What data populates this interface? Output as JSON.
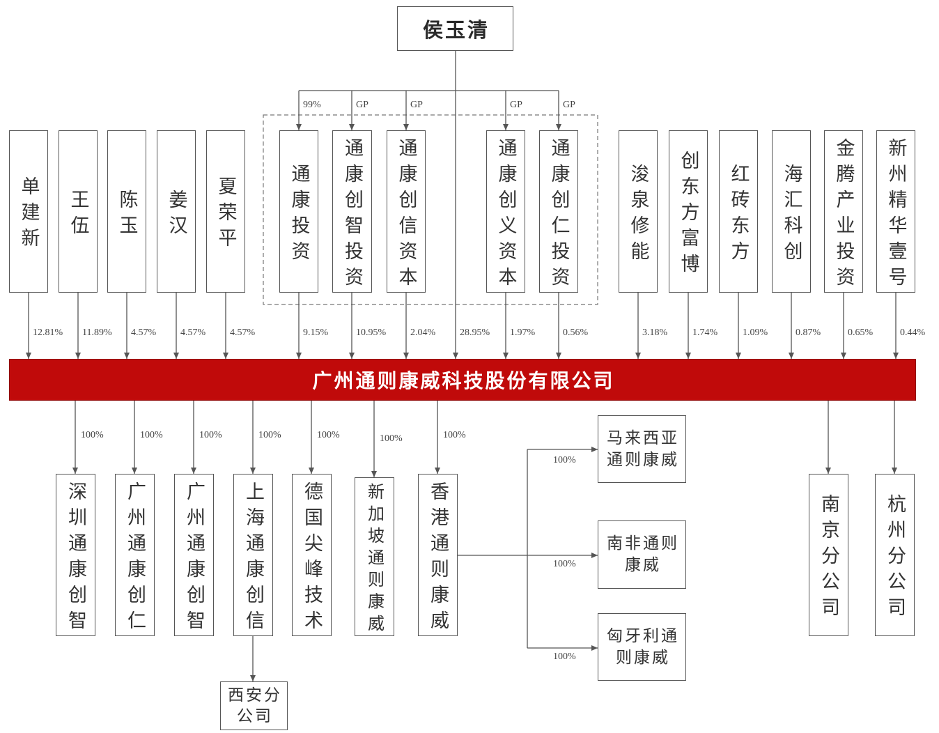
{
  "root": {
    "name": "侯玉清"
  },
  "root_direct_share": "28.95%",
  "shareholders": [
    {
      "name": "单建新",
      "share": "12.81%"
    },
    {
      "name": "王伍",
      "share": "11.89%"
    },
    {
      "name": "陈玉",
      "share": "4.57%"
    },
    {
      "name": "姜汉",
      "share": "4.57%"
    },
    {
      "name": "夏荣平",
      "share": "4.57%"
    },
    {
      "name": "通康投资",
      "share": "9.15%",
      "root_link": "99%"
    },
    {
      "name": "通康创智投资",
      "share": "10.95%",
      "root_link": "GP"
    },
    {
      "name": "通康创信资本",
      "share": "2.04%",
      "root_link": "GP"
    },
    {
      "name": "通康创义资本",
      "share": "1.97%",
      "root_link": "GP"
    },
    {
      "name": "通康创仁投资",
      "share": "0.56%",
      "root_link": "GP"
    },
    {
      "name": "浚泉修能",
      "share": "3.18%"
    },
    {
      "name": "创东方富博",
      "share": "1.74%"
    },
    {
      "name": "红砖东方",
      "share": "1.09%"
    },
    {
      "name": "海汇科创",
      "share": "0.87%"
    },
    {
      "name": "金腾产业投资",
      "share": "0.65%"
    },
    {
      "name": "新州精华壹号",
      "share": "0.44%"
    }
  ],
  "company": {
    "name": "广州通则康威科技股份有限公司"
  },
  "subsidiaries": [
    {
      "name": "深圳通康创智",
      "share": "100%"
    },
    {
      "name": "广州通康创仁",
      "share": "100%"
    },
    {
      "name": "广州通康创智",
      "share": "100%"
    },
    {
      "name": "上海通康创信",
      "share": "100%"
    },
    {
      "name": "德国尖峰技术",
      "share": "100%"
    },
    {
      "name": "新加坡通则康威",
      "share": "100%"
    },
    {
      "name": "香港通则康威",
      "share": "100%"
    }
  ],
  "branches": [
    {
      "name": "南京分公司"
    },
    {
      "name": "杭州分公司"
    }
  ],
  "hk_subsidiaries": [
    {
      "name": "马来西亚通则康威",
      "share": "100%"
    },
    {
      "name": "南非通则康威",
      "share": "100%"
    },
    {
      "name": "匈牙利通则康威",
      "share": "100%"
    }
  ],
  "shanghai_branch": {
    "name": "西安分公司"
  },
  "colors": {
    "company_bar": "#c00a0a",
    "line": "#555555",
    "box_border": "#555555",
    "text": "#333333"
  }
}
